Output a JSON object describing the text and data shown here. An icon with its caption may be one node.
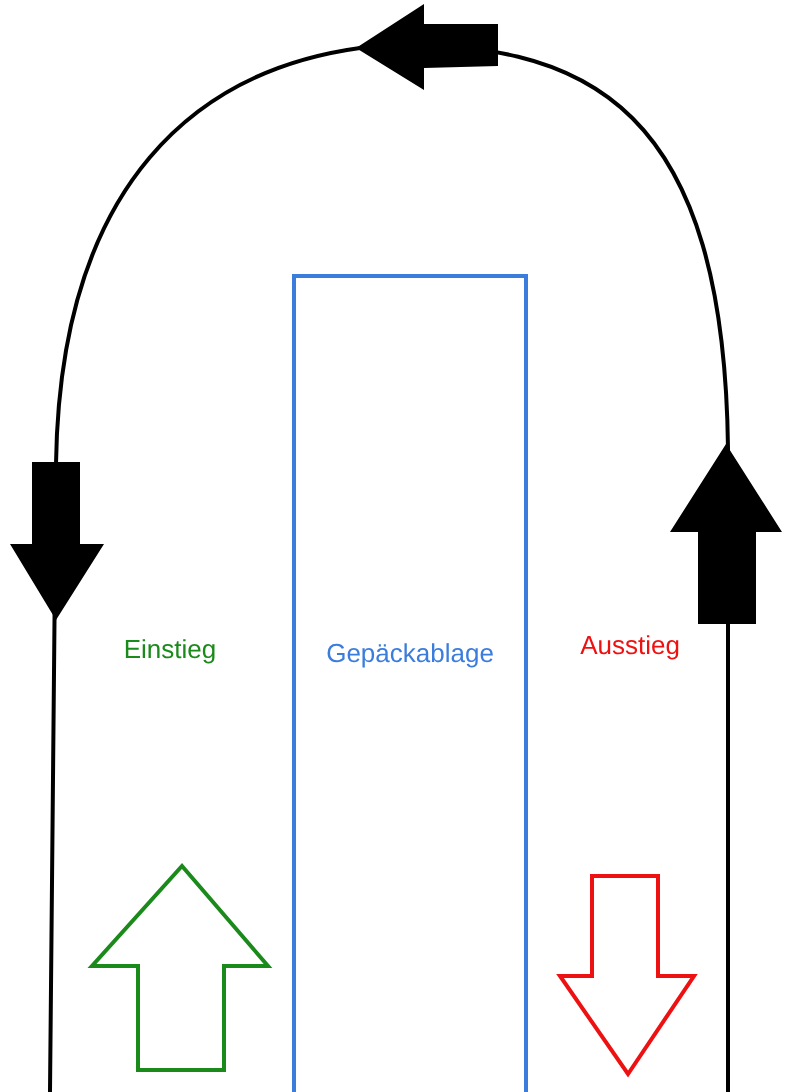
{
  "diagram": {
    "nodes": [
      {
        "text": [
          "Gepäckablage"
        ]
      }
    ],
    "labels": [
      "Einstieg",
      "Ausstieg"
    ]
  }
}
